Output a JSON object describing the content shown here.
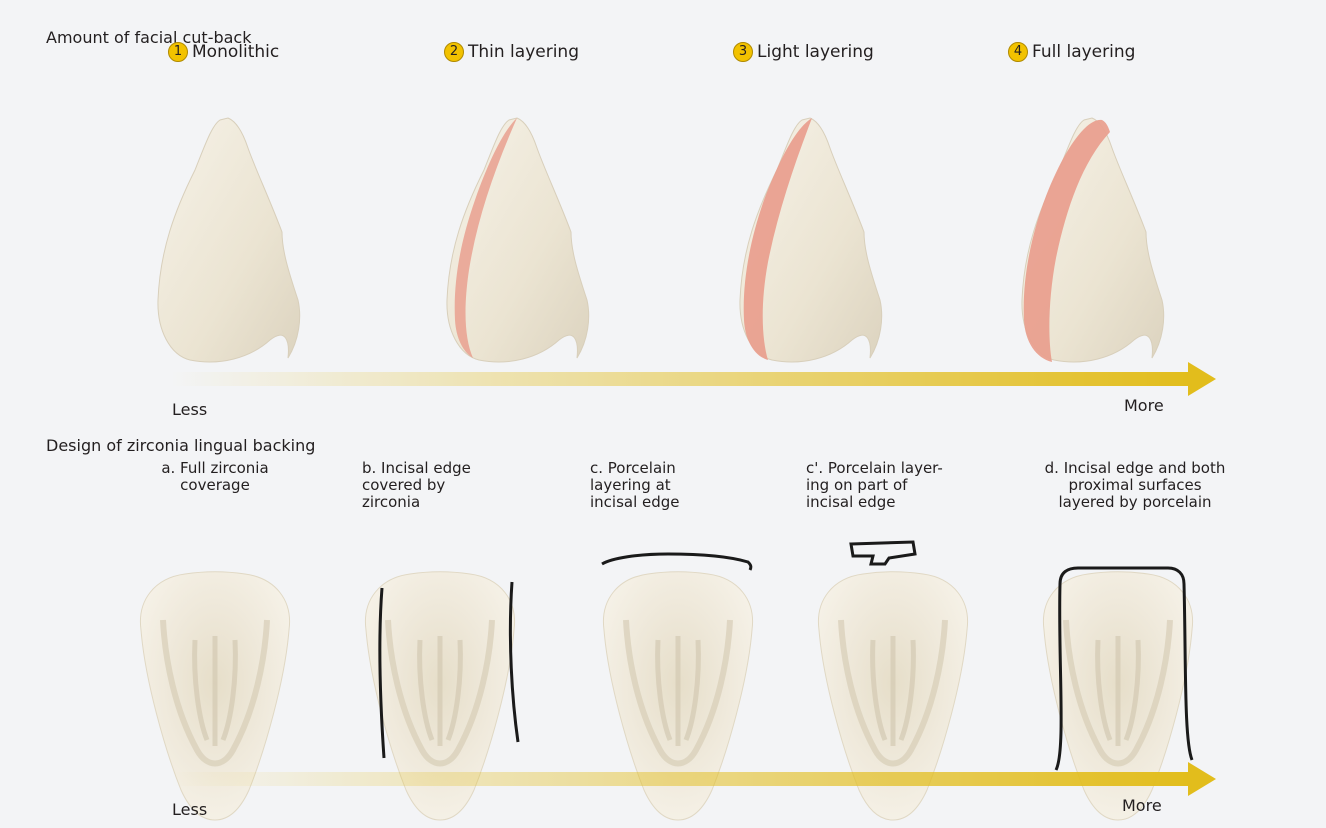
{
  "cutback": {
    "title": "Amount of facial cut-back",
    "options": [
      {
        "number": "1",
        "label": "Monolithic"
      },
      {
        "number": "2",
        "label": "Thin layering"
      },
      {
        "number": "3",
        "label": "Light layering"
      },
      {
        "number": "4",
        "label": "Full layering"
      }
    ],
    "scale": {
      "less": "Less",
      "more": "More"
    }
  },
  "lingual": {
    "title": "Design of zirconia lingual backing",
    "designs": [
      {
        "label": "a. Full zirconia\ncoverage"
      },
      {
        "label": "b. Incisal edge\ncovered by\nzirconia"
      },
      {
        "label": "c. Porcelain\nlayering at\nincisal edge"
      },
      {
        "label": "c'. Porcelain layer-\ning on part of\nincisal edge"
      },
      {
        "label": "d. Incisal edge and both\nproximal surfaces\nlayered by porcelain"
      }
    ],
    "scale": {
      "less": "Less",
      "more": "More"
    }
  },
  "colors": {
    "badge": "#f2c200",
    "arrow": "#e2bd1c",
    "porcelain": "#e9a08f",
    "tooth": "#eee8d9",
    "outline": "#1a1a1a"
  }
}
